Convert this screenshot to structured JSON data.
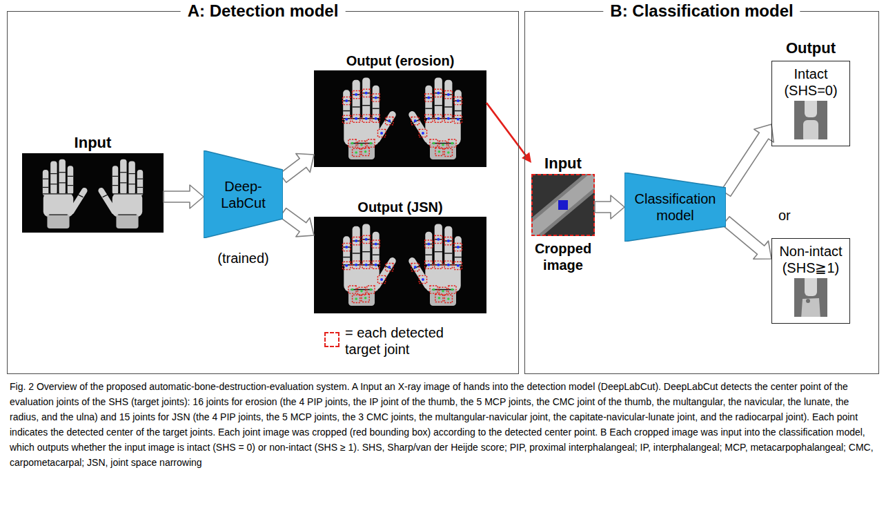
{
  "diagram": {
    "nodes": [
      {
        "text": [
          "A: Detection model"
        ]
      },
      {
        "text": [
          "Input"
        ],
        "in": 0
      },
      {
        "text": [
          "Deep- LabCut"
        ],
        "in": 0
      },
      {
        "text": [
          "Output (erosion)"
        ],
        "in": 0
      },
      {
        "text": [
          "Output (JSN)"
        ],
        "in": 0
      },
      {
        "text": [
          "B: Classification model"
        ]
      },
      {
        "text": [
          "Input",
          "Cropped image"
        ],
        "in": 5
      },
      {
        "text": [
          "Classification model"
        ],
        "in": 5
      },
      {
        "text": [
          "Intact (SHS=0)"
        ],
        "in": 5
      },
      {
        "text": [
          "Non-intact (SHS≧1)"
        ],
        "in": 5
      }
    ],
    "edges": [
      {
        "from": 1,
        "to": 2,
        "arrow": "to"
      },
      {
        "from": 2,
        "to": 3,
        "arrow": "to"
      },
      {
        "from": 2,
        "to": 4,
        "arrow": "to"
      },
      {
        "from": 3,
        "to": 6,
        "arrow": "to"
      },
      {
        "from": 6,
        "to": 7,
        "arrow": "to"
      },
      {
        "from": 7,
        "to": 8,
        "arrow": "to"
      },
      {
        "from": 7,
        "to": 9,
        "arrow": "to"
      }
    ],
    "labels": [
      "(trained)",
      "Output",
      "or"
    ],
    "legend": [
      {
        "text": "= each detected target joint"
      }
    ],
    "caption": "Fig. 2 Overview of the proposed automatic-bone-destruction-evaluation system. A Input an X-ray image of hands into the detection model (DeepLabCut). DeepLabCut detects the center point of the evaluation joints of the SHS (target joints): 16 joints for erosion (the 4 PIP joints, the IP joint of the thumb, the 5 MCP joints, the CMC joint of the thumb, the multangular, the navicular, the lunate, the radius, and the ulna) and 15 joints for JSN (the 4 PIP joints, the 5 MCP joints, the 3 CMC joints, the multangular-navicular joint, the capitate-navicular-lunate joint, and the radiocarpal joint). Each point indicates the detected center of the target joints. Each joint image was cropped (red bounding box) according to the detected center point. B Each cropped image was input into the classification model, which outputs whether the input image is intact (SHS = 0) or non-intact (SHS ≥ 1). SHS, Sharp/van der Heijde score; PIP, proximal interphalangeal; IP, interphalangeal; MCP, metacarpophalangeal; CMC, carpometacarpal; JSN, joint space narrowing"
  }
}
